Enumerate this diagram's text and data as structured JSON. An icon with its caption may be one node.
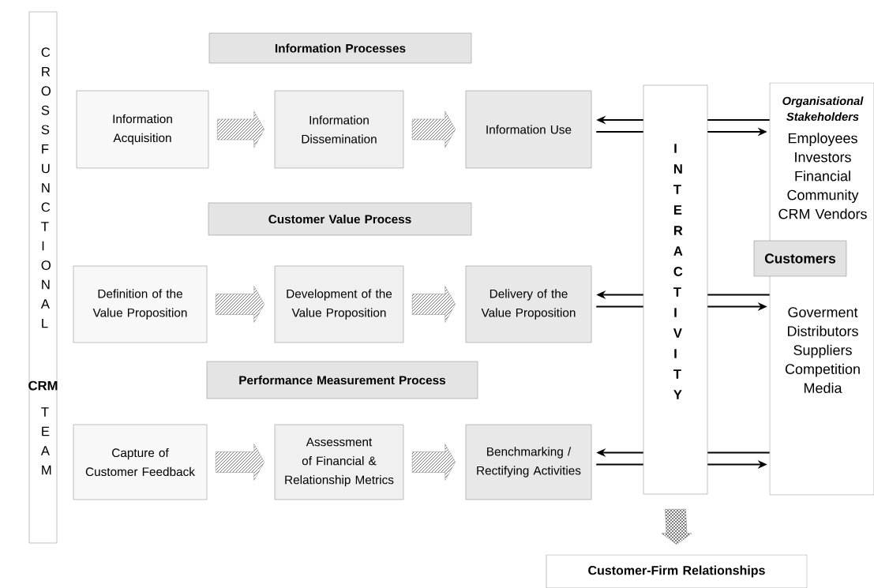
{
  "diagram": {
    "nodes": [
      {
        "text": [
          "CROSS FUNCTIONAL",
          "CRM",
          "TEAM"
        ]
      },
      {
        "text": [
          "Information Processes"
        ]
      },
      {
        "text": [
          "Information Acquisition"
        ]
      },
      {
        "text": [
          "Information Dissemination"
        ]
      },
      {
        "text": [
          "Information Use"
        ]
      },
      {
        "text": [
          "Customer Value Process"
        ]
      },
      {
        "text": [
          "Definition of the Value Proposition"
        ]
      },
      {
        "text": [
          "Development of the Value Proposition"
        ]
      },
      {
        "text": [
          "Delivery of the Value Proposition"
        ]
      },
      {
        "text": [
          "Performance Measurement Process"
        ]
      },
      {
        "text": [
          "Capture of Customer Feedback"
        ]
      },
      {
        "text": [
          "Assessment of Financial & Relationship Metrics"
        ]
      },
      {
        "text": [
          "Benchmarking / Rectifying Activities"
        ]
      },
      {
        "text": [
          "INTERACTIVITY"
        ]
      },
      {
        "text": [
          "Organisational Stakeholders",
          "Employees Investors Financial Community CRM Vendors",
          "Goverment Distributors Suppliers Competition Media"
        ]
      },
      {
        "text": [
          "Customers"
        ]
      },
      {
        "text": [
          "Customer-Firm Relationships"
        ]
      }
    ],
    "edges": [
      {
        "from": 2,
        "to": 3,
        "arrow": "to",
        "style": "thick"
      },
      {
        "from": 3,
        "to": 4,
        "arrow": "to",
        "style": "thick"
      },
      {
        "from": 6,
        "to": 7,
        "arrow": "to",
        "style": "thick"
      },
      {
        "from": 7,
        "to": 8,
        "arrow": "to",
        "style": "thick"
      },
      {
        "from": 10,
        "to": 11,
        "arrow": "to",
        "style": "thick"
      },
      {
        "from": 11,
        "to": 12,
        "arrow": "to",
        "style": "thick"
      },
      {
        "from": 14,
        "to": 13,
        "arrow": "none"
      },
      {
        "from": 13,
        "to": 4,
        "arrow": "to"
      },
      {
        "from": 4,
        "to": 13,
        "arrow": "none"
      },
      {
        "from": 13,
        "to": 14,
        "arrow": "to"
      },
      {
        "from": 14,
        "to": 13,
        "arrow": "none"
      },
      {
        "from": 13,
        "to": 8,
        "arrow": "to"
      },
      {
        "from": 8,
        "to": 13,
        "arrow": "none"
      },
      {
        "from": 13,
        "to": 14,
        "arrow": "to"
      },
      {
        "from": 14,
        "to": 13,
        "arrow": "none"
      },
      {
        "from": 13,
        "to": 12,
        "arrow": "to"
      },
      {
        "from": 12,
        "to": 13,
        "arrow": "none"
      },
      {
        "from": 13,
        "to": 14,
        "arrow": "to"
      },
      {
        "from": 13,
        "to": 16,
        "arrow": "to",
        "style": "thick"
      }
    ]
  }
}
